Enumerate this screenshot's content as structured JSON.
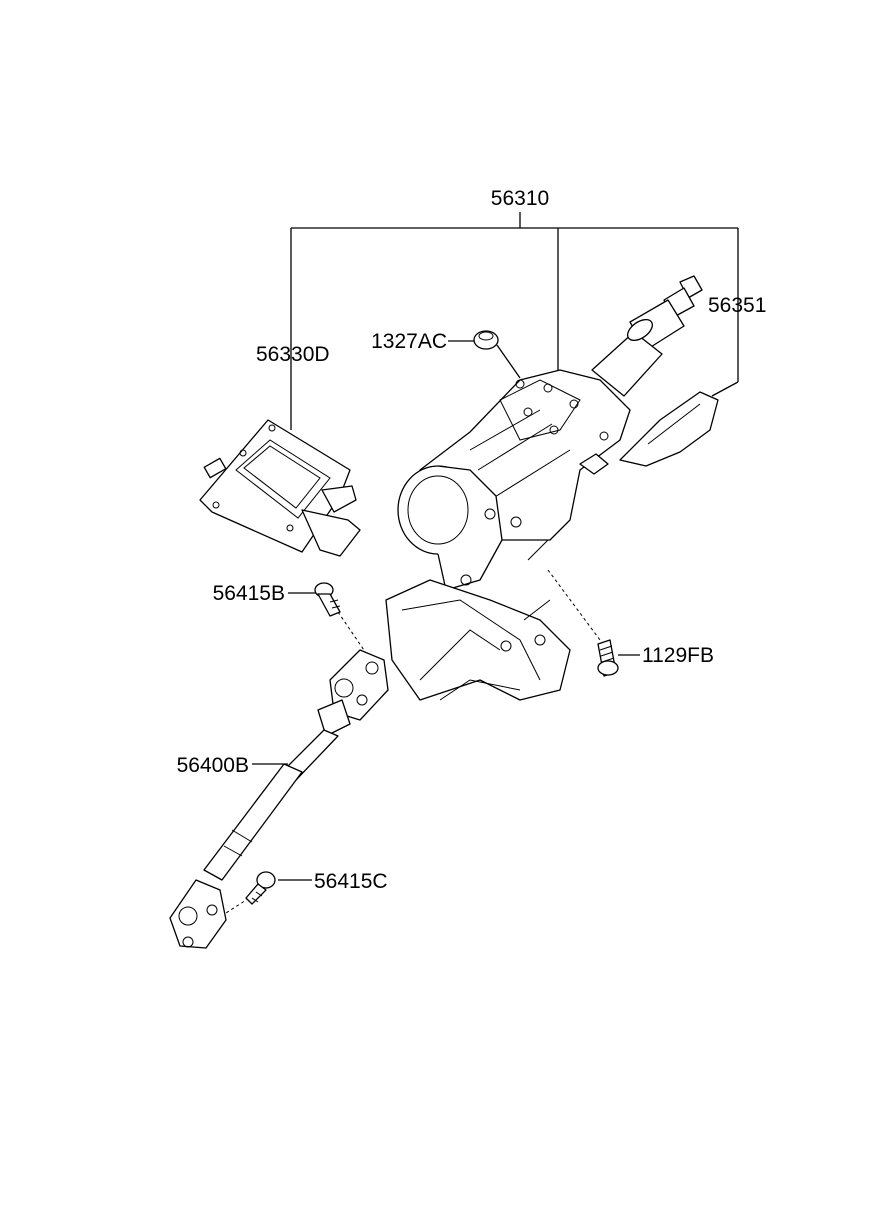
{
  "diagram": {
    "part_labels": {
      "p56310": "56310",
      "p56351": "56351",
      "p1327AC": "1327AC",
      "p56330D": "56330D",
      "p56415B": "56415B",
      "p1129FB": "1129FB",
      "p56400B": "56400B",
      "p56415C": "56415C"
    }
  }
}
